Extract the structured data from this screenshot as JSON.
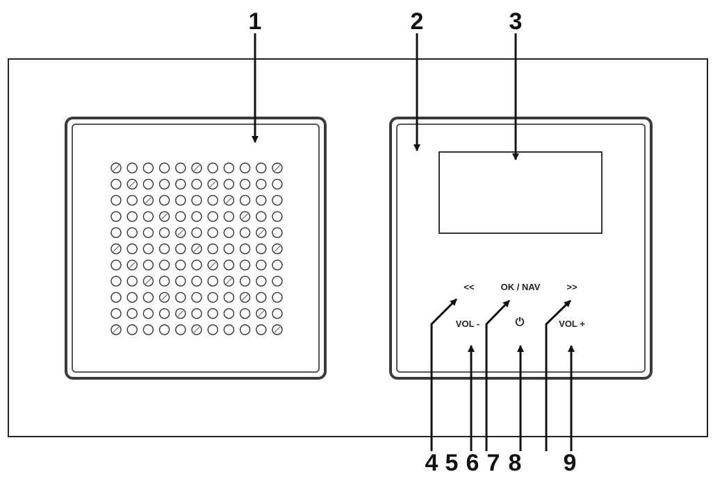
{
  "callouts": {
    "c1": "1",
    "c2": "2",
    "c3": "3",
    "c4": "4",
    "c5": "5",
    "c6": "6",
    "c7": "7",
    "c8": "8",
    "c9": "9"
  },
  "buttons": {
    "prev": "<<",
    "ok_nav": "OK / NAV",
    "next": ">>",
    "vol_down": "VOL -",
    "power_symbol": "⏻",
    "vol_up": "VOL +"
  },
  "speaker_grille": {
    "rows": 11,
    "cols": 11
  },
  "colors": {
    "line": "#111111",
    "background": "#ffffff"
  }
}
